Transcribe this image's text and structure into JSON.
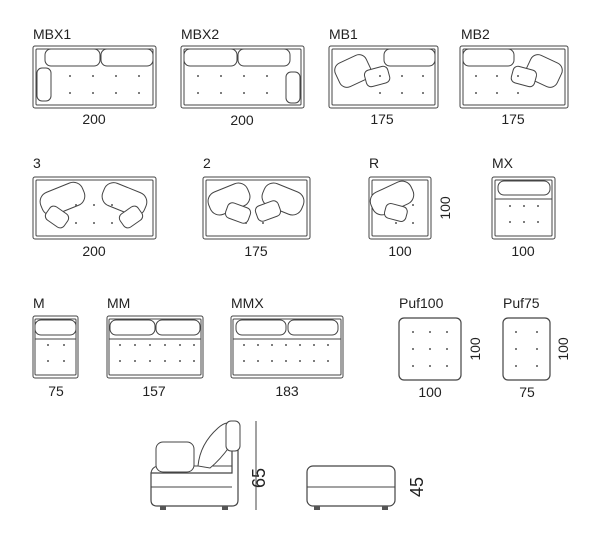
{
  "modules": [
    {
      "id": "MBX1",
      "label": "MBX1",
      "width": "200"
    },
    {
      "id": "MBX2",
      "label": "MBX2",
      "width": "200"
    },
    {
      "id": "MB1",
      "label": "MB1",
      "width": "175"
    },
    {
      "id": "MB2",
      "label": "MB2",
      "width": "175"
    },
    {
      "id": "M3",
      "label": "3",
      "width": "200"
    },
    {
      "id": "M2",
      "label": "2",
      "width": "175"
    },
    {
      "id": "R",
      "label": "R",
      "width": "100",
      "depth": "100"
    },
    {
      "id": "MX",
      "label": "MX",
      "width": "100"
    },
    {
      "id": "M",
      "label": "M",
      "width": "75"
    },
    {
      "id": "MM",
      "label": "MM",
      "width": "157"
    },
    {
      "id": "MMX",
      "label": "MMX",
      "width": "183"
    },
    {
      "id": "Puf100",
      "label": "Puf100",
      "width": "100",
      "depth": "100"
    },
    {
      "id": "Puf75",
      "label": "Puf75",
      "width": "75",
      "depth": "100"
    }
  ],
  "side_views": {
    "sofa_height": "65",
    "pouf_height": "45"
  }
}
